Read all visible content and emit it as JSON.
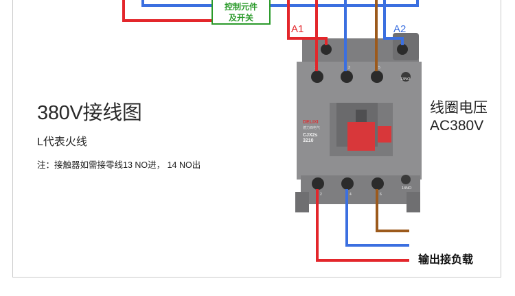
{
  "title": "380V接线图",
  "legend": "L代表火线",
  "note": "注：接触器如需接零线13 NO进， 14 NO出",
  "coil_voltage": {
    "line1": "线圈电压",
    "line2": "AC380V"
  },
  "control_box": {
    "line1": "控制元件",
    "line2": "及开关"
  },
  "terminals": {
    "a1": "A1",
    "a2": "A2"
  },
  "output_label": "输出接负载",
  "contactor": {
    "brand": "DELIXI",
    "brand_sub": "德力西电气",
    "model": "CJX2s",
    "rating": "3210",
    "top_aux": "13NO",
    "bottom_aux": "14NO",
    "top_pins": [
      "1",
      "3",
      "5"
    ],
    "bottom_pins": [
      "2",
      "4",
      "6"
    ]
  },
  "colors": {
    "red": "#e3262b",
    "blue": "#3b6fe0",
    "brown": "#9c5a1c",
    "green": "#2a9a2a",
    "body": "#8d8d8f"
  }
}
